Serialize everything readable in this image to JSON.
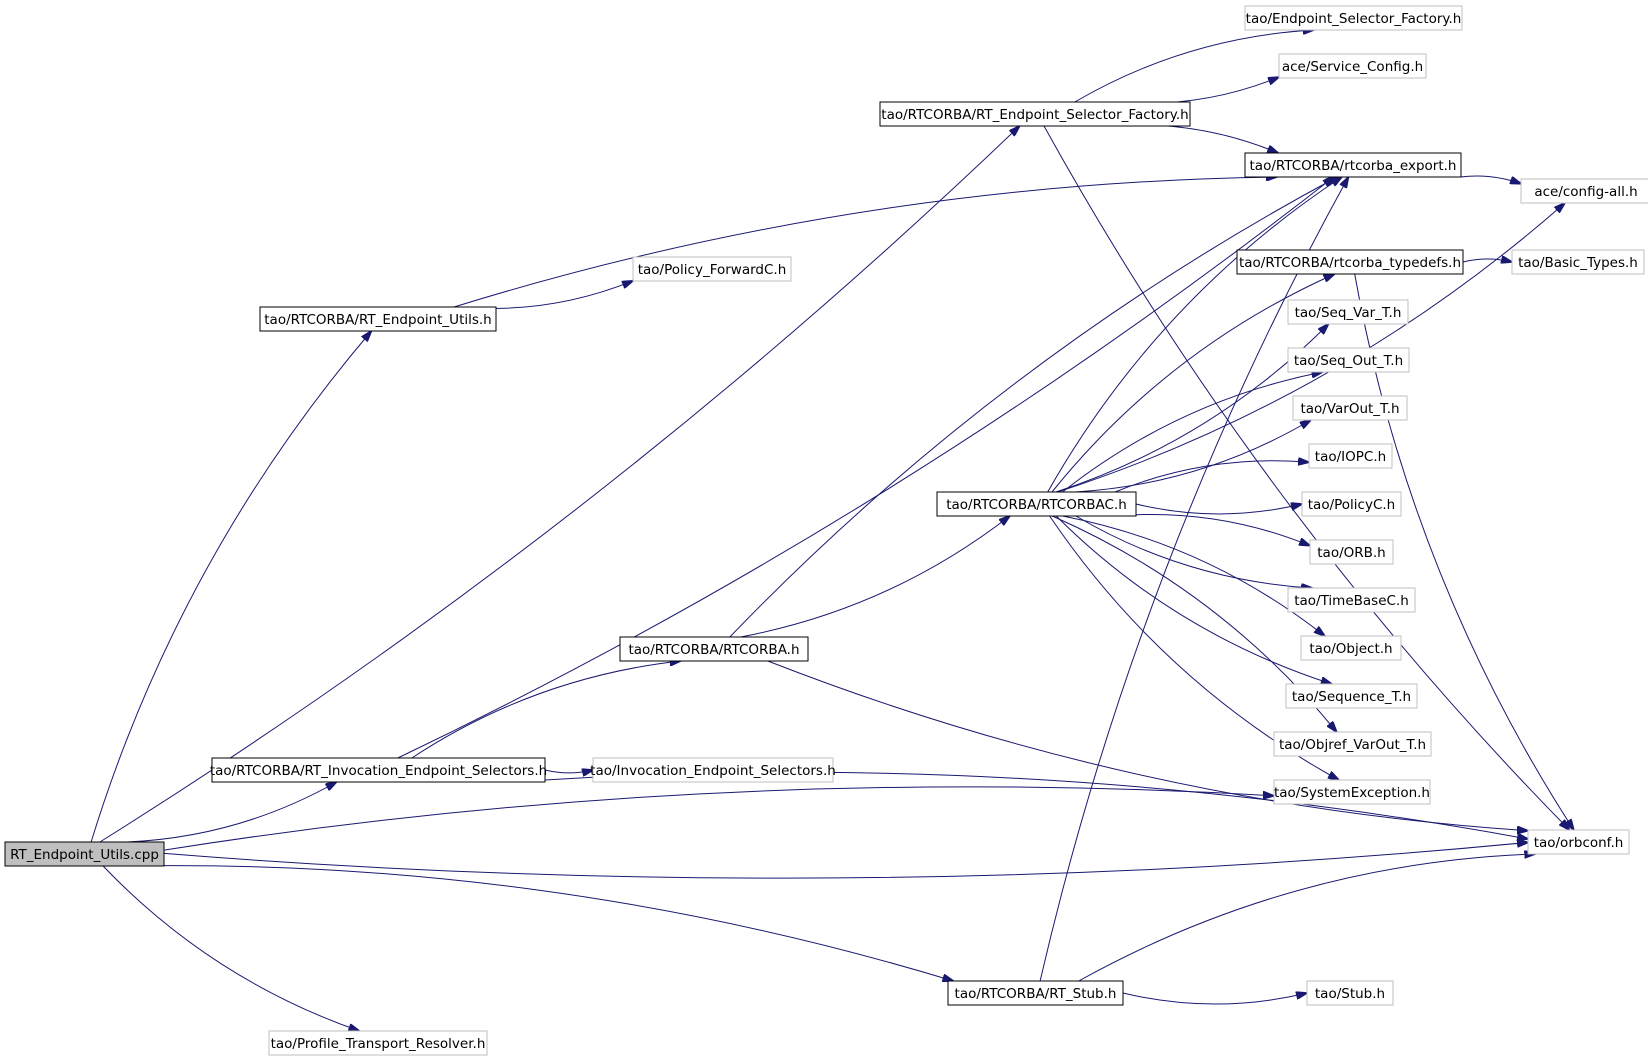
{
  "graph": {
    "colors": {
      "edge": "#191970",
      "root_fill": "#bfbfbf",
      "linked_border": "#000000",
      "external_border": "#bfbfbf"
    },
    "nodes": [
      {
        "id": "root",
        "label": "RT_Endpoint_Utils.cpp",
        "kind": "root"
      },
      {
        "id": "esf_factory",
        "label": "tao/Endpoint_Selector_Factory.h",
        "kind": "external"
      },
      {
        "id": "service_config",
        "label": "ace/Service_Config.h",
        "kind": "external"
      },
      {
        "id": "rt_esf",
        "label": "tao/RTCORBA/RT_Endpoint_Selector_Factory.h",
        "kind": "linked"
      },
      {
        "id": "rtcorba_export",
        "label": "tao/RTCORBA/rtcorba_export.h",
        "kind": "linked"
      },
      {
        "id": "config_all",
        "label": "ace/config-all.h",
        "kind": "external"
      },
      {
        "id": "rt_typedefs",
        "label": "tao/RTCORBA/rtcorba_typedefs.h",
        "kind": "linked"
      },
      {
        "id": "basic_types",
        "label": "tao/Basic_Types.h",
        "kind": "external"
      },
      {
        "id": "policy_forward",
        "label": "tao/Policy_ForwardC.h",
        "kind": "external"
      },
      {
        "id": "rt_endpoint_utils",
        "label": "tao/RTCORBA/RT_Endpoint_Utils.h",
        "kind": "linked"
      },
      {
        "id": "seq_var",
        "label": "tao/Seq_Var_T.h",
        "kind": "external"
      },
      {
        "id": "seq_out",
        "label": "tao/Seq_Out_T.h",
        "kind": "external"
      },
      {
        "id": "varout",
        "label": "tao/VarOut_T.h",
        "kind": "external"
      },
      {
        "id": "iopc",
        "label": "tao/IOPC.h",
        "kind": "external"
      },
      {
        "id": "rtcorbac",
        "label": "tao/RTCORBA/RTCORBAC.h",
        "kind": "linked"
      },
      {
        "id": "policyc",
        "label": "tao/PolicyC.h",
        "kind": "external"
      },
      {
        "id": "orb",
        "label": "tao/ORB.h",
        "kind": "external"
      },
      {
        "id": "timebase",
        "label": "tao/TimeBaseC.h",
        "kind": "external"
      },
      {
        "id": "rtcorba_h",
        "label": "tao/RTCORBA/RTCORBA.h",
        "kind": "linked"
      },
      {
        "id": "object",
        "label": "tao/Object.h",
        "kind": "external"
      },
      {
        "id": "sequence",
        "label": "tao/Sequence_T.h",
        "kind": "external"
      },
      {
        "id": "objref_varout",
        "label": "tao/Objref_VarOut_T.h",
        "kind": "external"
      },
      {
        "id": "rt_ies",
        "label": "tao/RTCORBA/RT_Invocation_Endpoint_Selectors.h",
        "kind": "linked"
      },
      {
        "id": "ies",
        "label": "tao/Invocation_Endpoint_Selectors.h",
        "kind": "external"
      },
      {
        "id": "sys_exception",
        "label": "tao/SystemException.h",
        "kind": "external"
      },
      {
        "id": "orbconf",
        "label": "tao/orbconf.h",
        "kind": "external"
      },
      {
        "id": "rt_stub",
        "label": "tao/RTCORBA/RT_Stub.h",
        "kind": "linked"
      },
      {
        "id": "stub",
        "label": "tao/Stub.h",
        "kind": "external"
      },
      {
        "id": "profile_resolver",
        "label": "tao/Profile_Transport_Resolver.h",
        "kind": "external"
      }
    ],
    "edges": [
      {
        "from": "root",
        "to": "rt_esf"
      },
      {
        "from": "root",
        "to": "rt_endpoint_utils"
      },
      {
        "from": "root",
        "to": "rt_ies"
      },
      {
        "from": "root",
        "to": "sys_exception"
      },
      {
        "from": "root",
        "to": "orbconf"
      },
      {
        "from": "root",
        "to": "rt_stub"
      },
      {
        "from": "root",
        "to": "profile_resolver"
      },
      {
        "from": "rt_esf",
        "to": "esf_factory"
      },
      {
        "from": "rt_esf",
        "to": "service_config"
      },
      {
        "from": "rt_esf",
        "to": "rtcorba_export"
      },
      {
        "from": "rt_esf",
        "to": "orbconf"
      },
      {
        "from": "rtcorba_export",
        "to": "config_all"
      },
      {
        "from": "rt_endpoint_utils",
        "to": "policy_forward"
      },
      {
        "from": "rt_endpoint_utils",
        "to": "rtcorba_export"
      },
      {
        "from": "rt_ies",
        "to": "rtcorba_export"
      },
      {
        "from": "rt_ies",
        "to": "rtcorba_h"
      },
      {
        "from": "rt_ies",
        "to": "ies"
      },
      {
        "from": "rt_ies",
        "to": "orbconf"
      },
      {
        "from": "rtcorba_h",
        "to": "rtcorbac"
      },
      {
        "from": "rtcorba_h",
        "to": "rtcorba_export"
      },
      {
        "from": "rtcorba_h",
        "to": "orbconf"
      },
      {
        "from": "rtcorbac",
        "to": "rtcorba_export"
      },
      {
        "from": "rtcorbac",
        "to": "config_all"
      },
      {
        "from": "rtcorbac",
        "to": "rt_typedefs"
      },
      {
        "from": "rtcorbac",
        "to": "seq_var"
      },
      {
        "from": "rtcorbac",
        "to": "seq_out"
      },
      {
        "from": "rtcorbac",
        "to": "varout"
      },
      {
        "from": "rtcorbac",
        "to": "iopc"
      },
      {
        "from": "rtcorbac",
        "to": "policyc"
      },
      {
        "from": "rtcorbac",
        "to": "orb"
      },
      {
        "from": "rtcorbac",
        "to": "timebase"
      },
      {
        "from": "rtcorbac",
        "to": "object"
      },
      {
        "from": "rtcorbac",
        "to": "sequence"
      },
      {
        "from": "rtcorbac",
        "to": "objref_varout"
      },
      {
        "from": "rtcorbac",
        "to": "sys_exception"
      },
      {
        "from": "rt_typedefs",
        "to": "basic_types"
      },
      {
        "from": "rt_typedefs",
        "to": "orbconf"
      },
      {
        "from": "rt_stub",
        "to": "rtcorba_export"
      },
      {
        "from": "rt_stub",
        "to": "stub"
      },
      {
        "from": "rt_stub",
        "to": "orbconf"
      }
    ]
  }
}
